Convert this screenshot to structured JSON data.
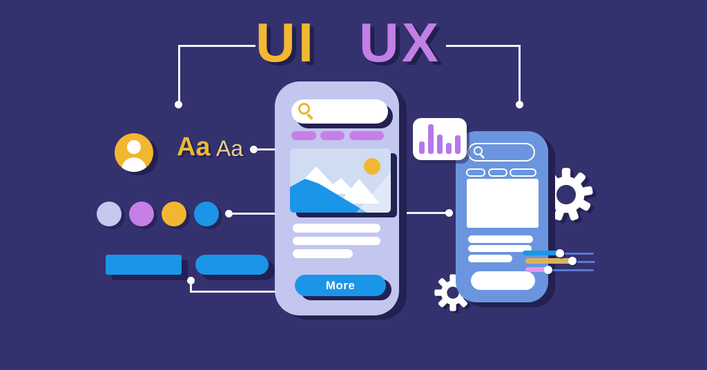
{
  "background_color": "#34316f",
  "header": {
    "ui_label": "UI",
    "ux_label": "UX",
    "ui_color": "#f2b832",
    "ux_color": "#c27fe4"
  },
  "left_panel": {
    "avatar_icon": "user-icon",
    "avatar_color": "#f2b731",
    "type_sample_large": "Aa",
    "type_sample_small": "Aa",
    "palette_dots": [
      "#c5c8ef",
      "#c77fe8",
      "#f2b731",
      "#1b95e8"
    ],
    "blue_bar_color": "#1b95e8"
  },
  "center_phone": {
    "body_color": "#c3c6ee",
    "search_icon": "magnifier-icon",
    "search_value": "",
    "tag_pill_color": "#c77fe8",
    "tag_pill_count": 3,
    "hero_image": {
      "sun_icon": "sun-icon",
      "sun_color": "#f2b731",
      "mountains_icon": "mountains-icon",
      "mountain_color": "#1b95e8",
      "sky_color": "#cfdcf2"
    },
    "text_line_count": 3,
    "more_button_label": "More",
    "more_button_color": "#1b95e8"
  },
  "right_phone": {
    "body_color": "#6b95de",
    "search_icon": "magnifier-icon",
    "search_value": "",
    "tag_pill_count": 3,
    "text_line_count": 3,
    "sliders": [
      {
        "color": "#1b95e8",
        "value": 53
      },
      {
        "color": "#d9b35c",
        "value": 69
      },
      {
        "color": "#e09aec",
        "value": 35
      }
    ]
  },
  "decorations": {
    "gear_icon_large": "gear-icon",
    "gear_icon_small": "gear-icon",
    "gear_color": "#ffffff",
    "connector_color": "#f4f4fa",
    "shadow_color": "#232052"
  },
  "chart_data": {
    "type": "bar",
    "values": [
      42,
      100,
      65,
      38,
      62
    ],
    "bar_color": "#b678e8",
    "title": "",
    "xlabel": "",
    "ylabel": ""
  }
}
